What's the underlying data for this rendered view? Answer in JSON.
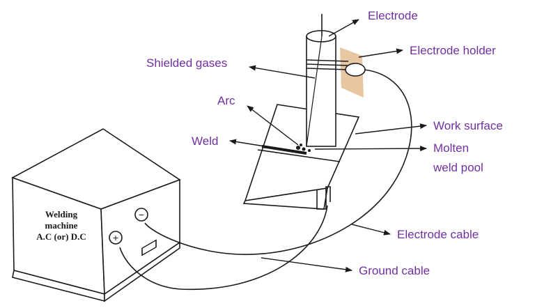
{
  "labels": {
    "electrode": "Electrode",
    "electrode_holder": "Electrode holder",
    "shielded_gases": "Shielded gases",
    "arc": "Arc",
    "work_surface": "Work surface",
    "weld": "Weld",
    "molten_line1": "Molten",
    "molten_line2": "weld pool",
    "electrode_cable": "Electrode cable",
    "ground_cable": "Ground cable"
  },
  "machine": {
    "line1": "Welding",
    "line2": "machine",
    "line3": "A.C (or) D.C",
    "minus_symbol": "−",
    "plus_symbol": "+"
  },
  "colors": {
    "label": "#7030a0",
    "line": "#1a1a1a",
    "holder": "#e0b98a"
  }
}
